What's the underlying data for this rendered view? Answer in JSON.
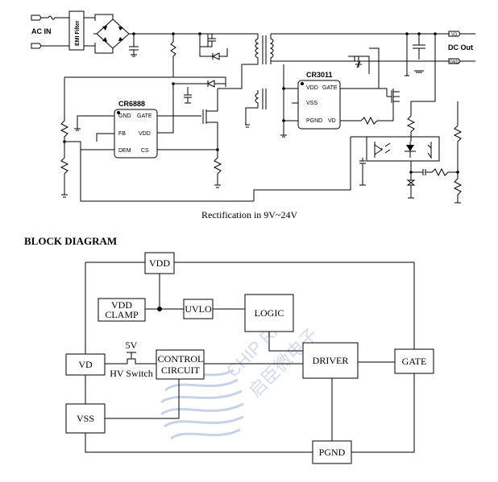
{
  "schematic": {
    "ac_in": "AC IN",
    "emi_filter": "EMI Filter",
    "dc_out": "DC Out",
    "vo": "VO",
    "gnd": "GND",
    "cr6888": {
      "name": "CR6888",
      "pins_left": [
        "GND",
        "FB",
        "DEM"
      ],
      "pins_right": [
        "GATE",
        "VDD",
        "CS"
      ]
    },
    "cr3011": {
      "name": "CR3011",
      "pins_left": [
        "VDD",
        "VSS",
        "PGND"
      ],
      "pins_right": [
        "GATE",
        "VD"
      ]
    },
    "caption": "Rectification in 9V~24V"
  },
  "block_diagram": {
    "title": "BLOCK DIAGRAM",
    "vdd": "VDD",
    "vdd_clamp_1": "VDD",
    "vdd_clamp_2": "CLAMP",
    "uvlo": "UVLO",
    "logic": "LOGIC",
    "vd": "VD",
    "five_v": "5V",
    "hv_switch": "HV Switch",
    "control_1": "CONTROL",
    "control_2": "CIRCUIT",
    "driver": "DRIVER",
    "gate": "GATE",
    "vss": "VSS",
    "pgnd": "PGND"
  },
  "watermark": {
    "text_en": "CHIP RAIL",
    "text_cn": "启臣微电子"
  }
}
